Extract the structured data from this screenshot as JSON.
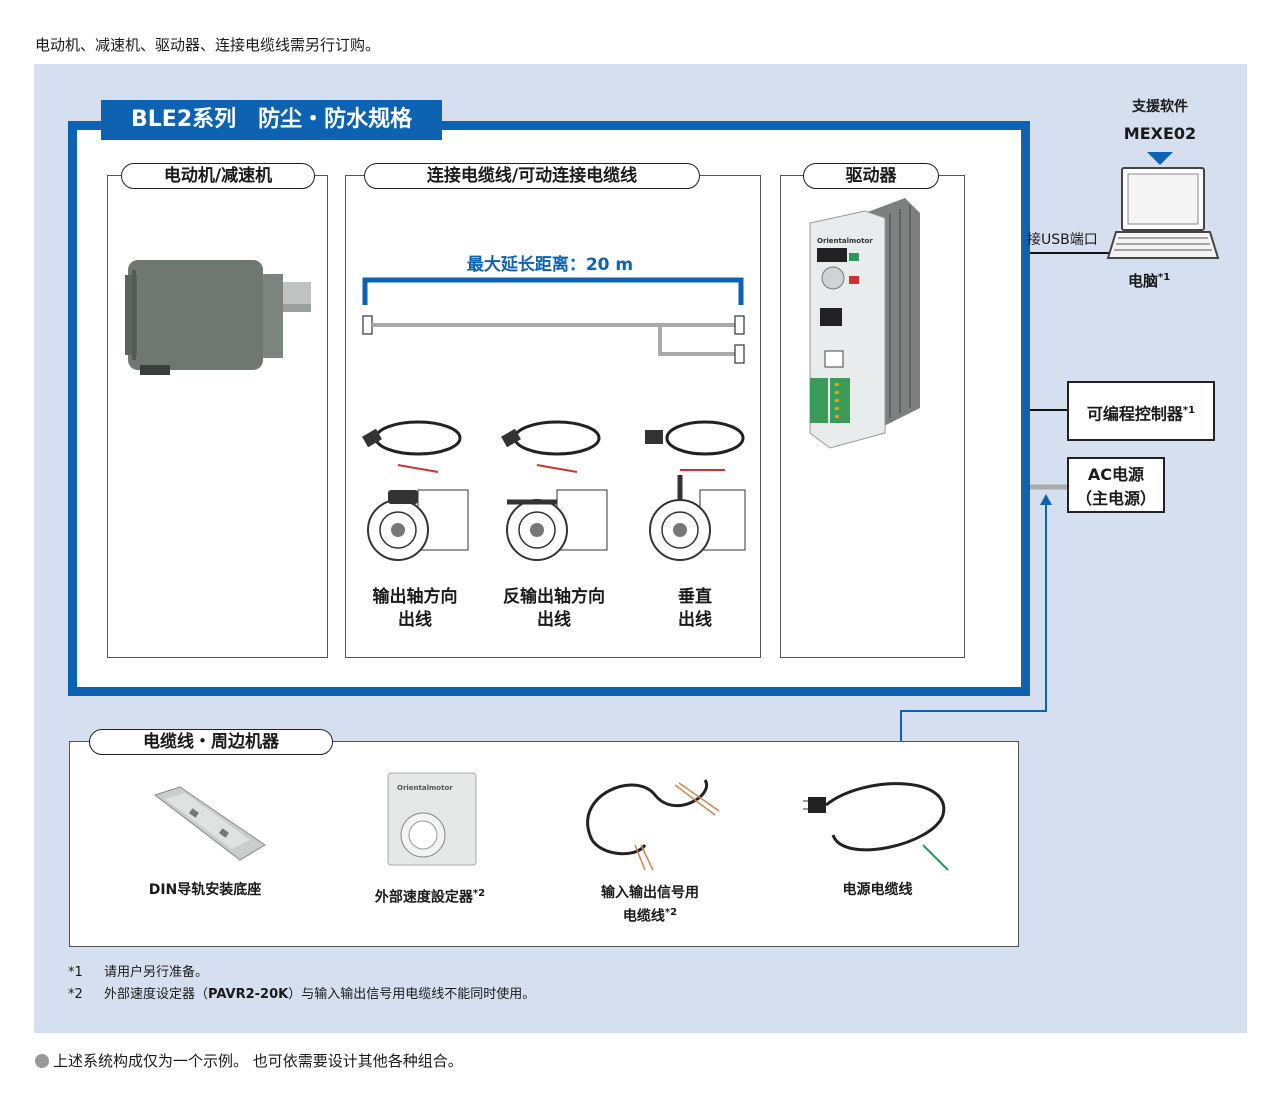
{
  "top_note": "电动机、减速机、驱动器、连接电缆线需另行订购。",
  "series": {
    "title": "BLE2系列　防尘・防水规格"
  },
  "sections": {
    "motor": "电动机/减速机",
    "cables": "连接电缆线/可动连接电缆线",
    "driver": "驱动器"
  },
  "cable_length_label": "最大延长距离：20 m",
  "cable_types": [
    {
      "line1": "输出轴方向",
      "line2": "出线"
    },
    {
      "line1": "反输出轴方向",
      "line2": "出线"
    },
    {
      "line1": "垂直",
      "line2": "出线"
    }
  ],
  "pc": {
    "software_label": "支援软件",
    "software_name": "MEXE02",
    "usb_label": "接USB端口",
    "pc_label": "电脑",
    "pc_note": "*1"
  },
  "plc": {
    "label": "可编程控制器",
    "note": "*1"
  },
  "ac_power": {
    "line1": "AC电源",
    "line2": "（主电源）"
  },
  "accessories": {
    "title": "电缆线・周边机器",
    "items": [
      {
        "label": "DIN导轨安装底座",
        "note": ""
      },
      {
        "label": "外部速度設定器",
        "note": "*2"
      },
      {
        "label": "输入输出信号用",
        "label2": "电缆线",
        "note": "*2"
      },
      {
        "label": "电源电缆线",
        "note": ""
      }
    ]
  },
  "footnotes": [
    {
      "mark": "*1",
      "text": "请用户另行准备。"
    },
    {
      "mark": "*2",
      "text_before": "外部速度设定器（",
      "bold": "PAVR2-20K",
      "text_after": "）与输入输出信号用电缆线不能同时使用。"
    }
  ],
  "bottom_note": "上述系统构成仅为一个示例。 也可依需要设计其他各种组合。",
  "brand_text": "Orientalmotor",
  "colors": {
    "accent_blue": "#0d62b1",
    "panel_bg": "#d6dfef",
    "line_gray": "#aaaaaa"
  }
}
